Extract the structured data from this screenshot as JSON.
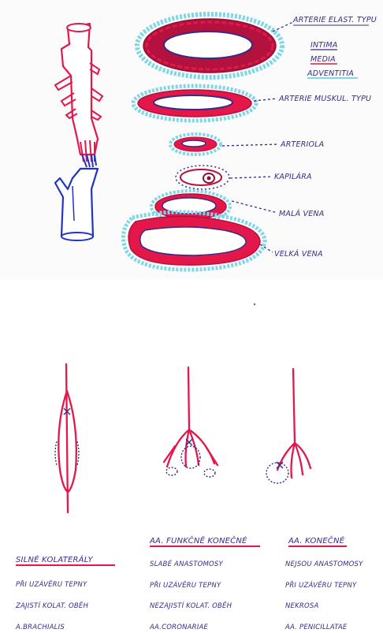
{
  "top": {
    "vessel_labels": [
      {
        "key": "elast",
        "text": "ARTERIE ELAST. TYPU"
      },
      {
        "key": "muskul",
        "text": "ARTERIE MUSKUL. TYPU"
      },
      {
        "key": "arteriola",
        "text": "ARTERIOLA"
      },
      {
        "key": "kapilara",
        "text": "KAPILÁRA"
      },
      {
        "key": "mala",
        "text": "MALÁ VENA"
      },
      {
        "key": "velka",
        "text": "VELKÁ VENA"
      }
    ],
    "layer_legend": [
      {
        "text": "INTIMA",
        "color": "#3a2a86"
      },
      {
        "text": "MEDIA",
        "color": "#e4174a"
      },
      {
        "text": "ADVENTITIA",
        "color": "#33b8d9"
      }
    ]
  },
  "bottom": {
    "columns": [
      {
        "title": "SILNÉ KOLATERÁLY",
        "lines": [
          "PŘI UZÁVĚRU TEPNY",
          "ZAJISTÍ KOLAT. OBĚH",
          "A.BRACHIALIS"
        ]
      },
      {
        "title": "AA. FUNKČNĚ KONEČNÉ",
        "lines": [
          "SLABÉ ANASTOMOSY",
          "PŘI UZÁVĚRU TEPNY",
          "NEZAJISTÍ KOLAT. OBĚH",
          "AA.CORONARIAE"
        ]
      },
      {
        "title": "AA. KONEČNÉ",
        "lines": [
          "NEJSOU ANASTOMOSY",
          "PŘI UZÁVĚRU TEPNY",
          "NEKROSA",
          "AA. PENICILLATAE"
        ]
      }
    ]
  },
  "colors": {
    "artery_red": "#e4174a",
    "media_dark": "#b3123f",
    "adventitia_cyan": "#7fd6e8",
    "vein_blue": "#2233c4",
    "ink_purple": "#3a2a86"
  }
}
